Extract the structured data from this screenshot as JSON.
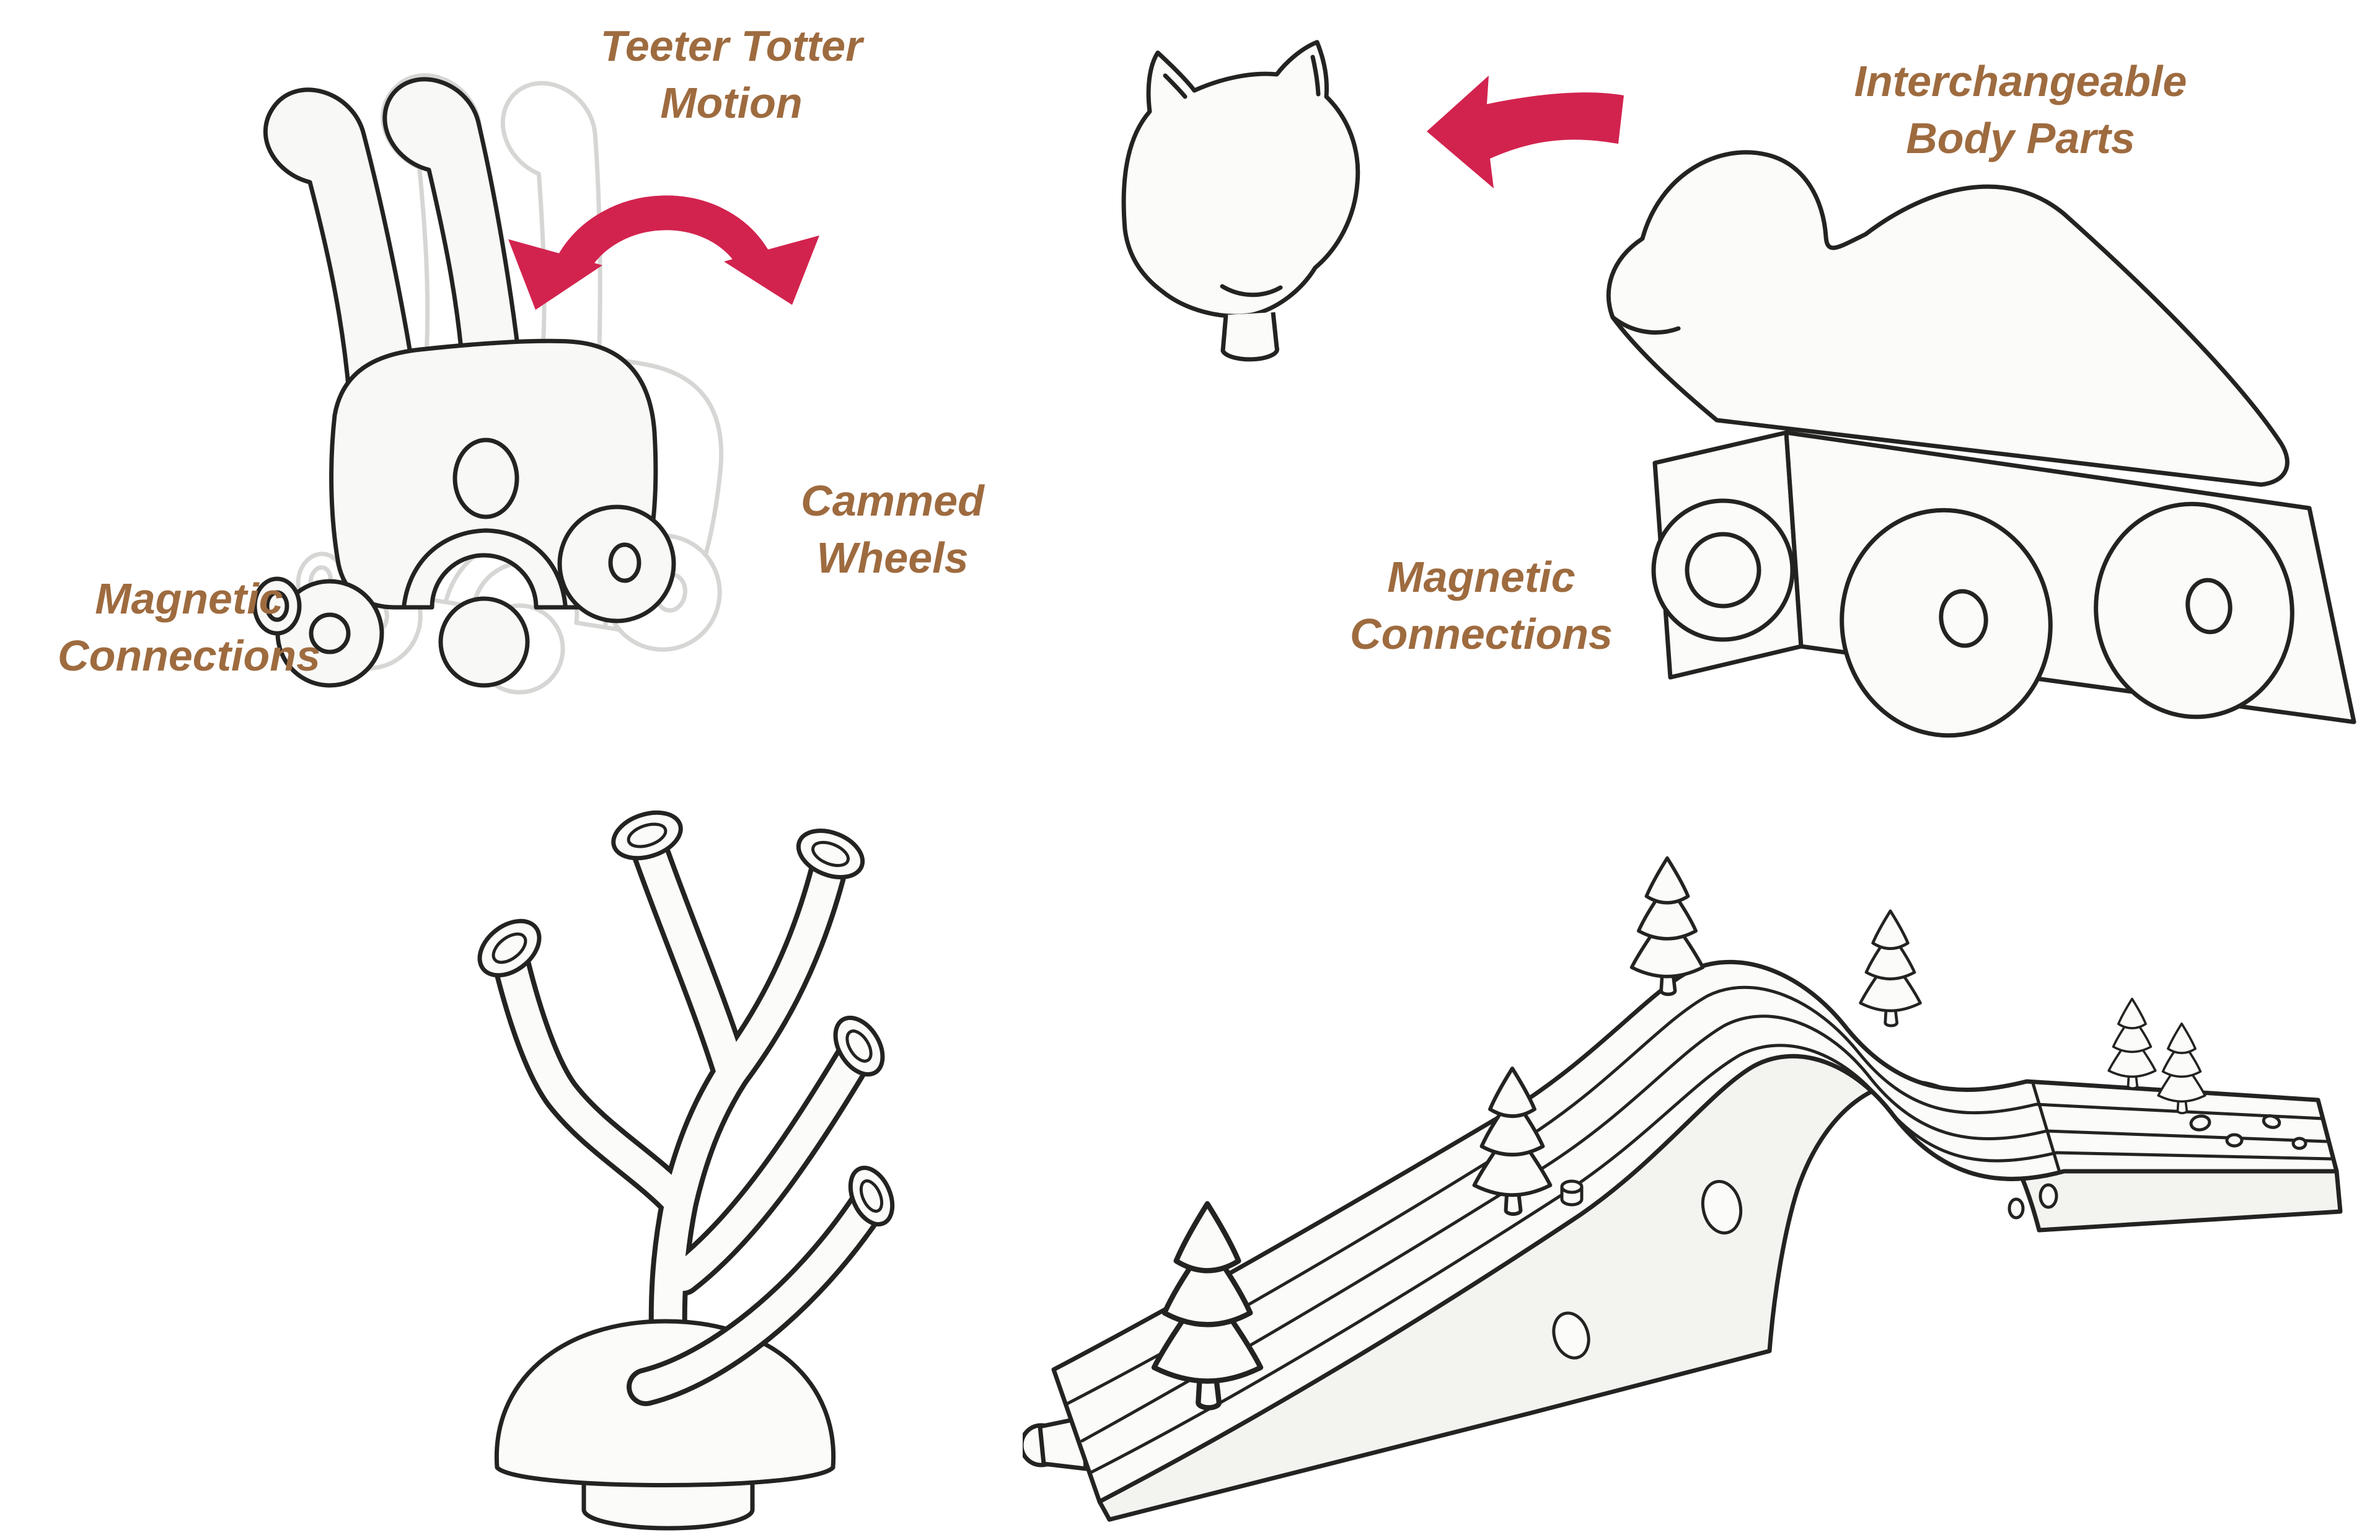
{
  "canvas": {
    "background": "#ffffff"
  },
  "colors": {
    "label": "#9e6b3f",
    "arrow": "#d2234e",
    "ink": "#232321"
  },
  "labels": {
    "teeter_motion": {
      "line1": "Teeter Totter",
      "line2": "Motion"
    },
    "cammed_wheels": {
      "line1": "Cammed",
      "line2": "Wheels"
    },
    "magnetic_connections_left": {
      "line1": "Magnetic",
      "line2": "Connections"
    },
    "interchangeable_parts": {
      "line1": "Interchangeable",
      "line2": "Body Parts"
    },
    "magnetic_connections_right": {
      "line1": "Magnetic",
      "line2": "Connections"
    }
  },
  "icons": {
    "teeter_arrow": "curved-double-headed-arrow",
    "swap_arrow": "left-pointing-arrow"
  }
}
